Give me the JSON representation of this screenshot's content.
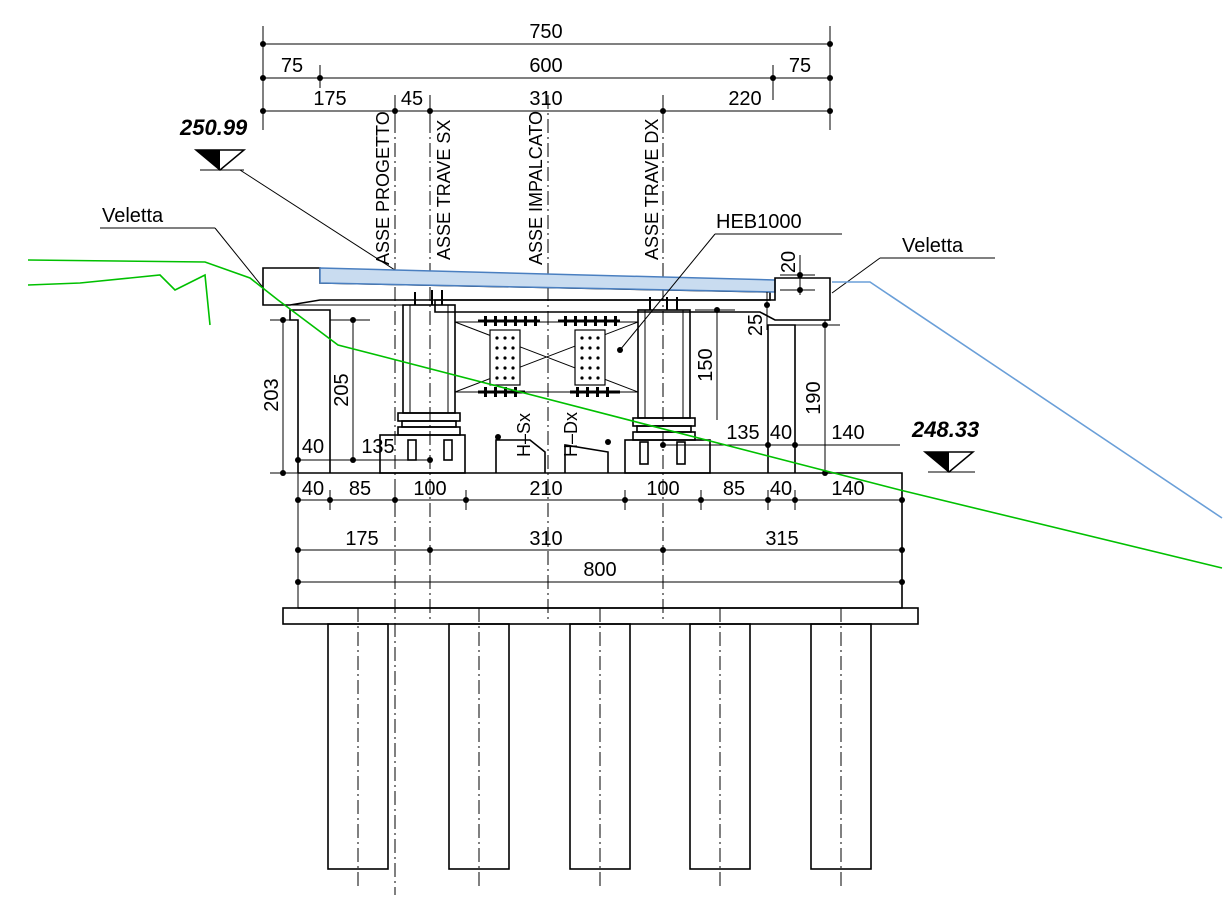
{
  "dimensions": {
    "top_total": "750",
    "row2": [
      "75",
      "600",
      "75"
    ],
    "row3": [
      "175",
      "45",
      "310",
      "220"
    ],
    "bottom_row1": [
      "40",
      "85",
      "100",
      "210",
      "100",
      "85",
      "40",
      "140"
    ],
    "bottom_row2": [
      "175",
      "310",
      "315"
    ],
    "bottom_total": "800",
    "left_heights": [
      "203",
      "205"
    ],
    "left_small": [
      "40",
      "135"
    ],
    "right_heights": [
      "150",
      "190"
    ],
    "right_small": [
      "25",
      "20",
      "135",
      "40",
      "140"
    ]
  },
  "elevations": {
    "deck": "250.99",
    "ground_right": "248.33"
  },
  "labels": {
    "veletta_left": "Veletta",
    "veletta_right": "Veletta",
    "heb": "HEB1000",
    "asse_progetto": "ASSE PROGETTO",
    "asse_trave_sx": "ASSE TRAVE SX",
    "asse_impalcato": "ASSE IMPALCATO",
    "asse_trave_dx": "ASSE TRAVE DX",
    "h_sx": "H–Sx",
    "h_dx": "H–Dx"
  },
  "colors": {
    "terrain": "#00c000",
    "slope": "#6a9fd8",
    "deck_fill": "#c9dcf0",
    "ink": "#000000"
  }
}
